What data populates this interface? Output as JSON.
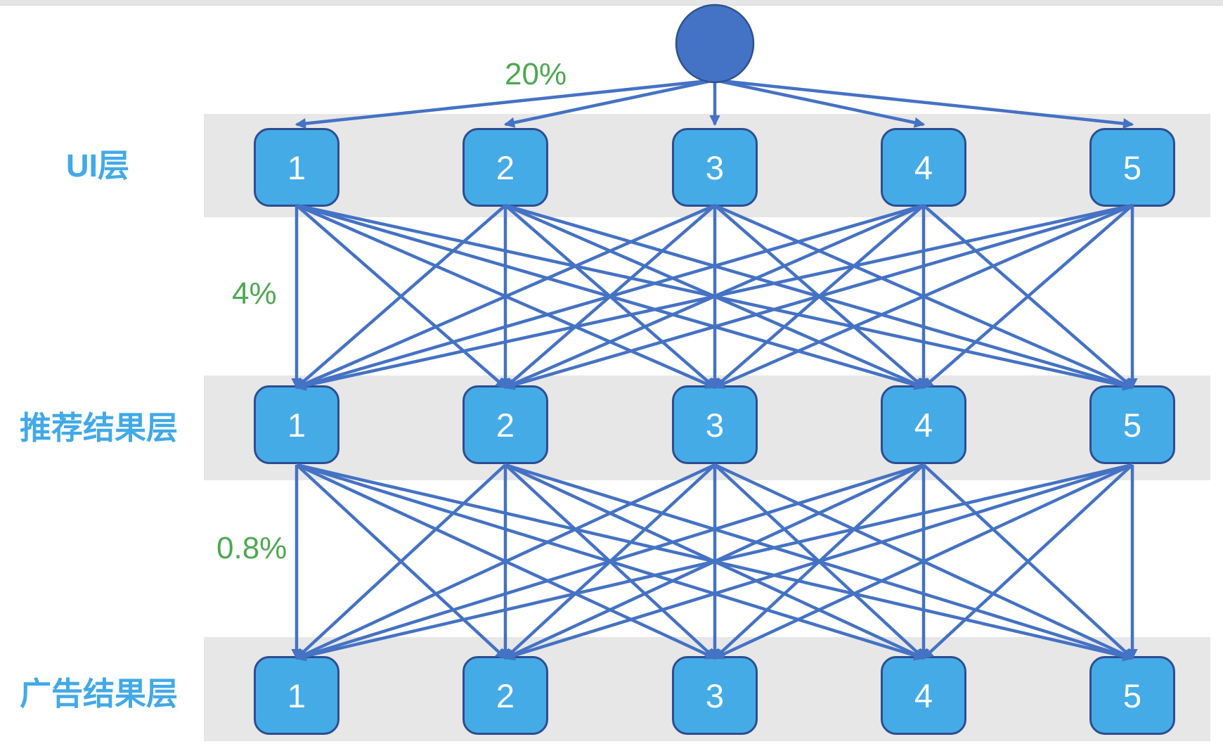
{
  "diagram": {
    "top_node": {
      "shape": "circle"
    },
    "layers": [
      {
        "label": "UI层",
        "nodes": [
          "1",
          "2",
          "3",
          "4",
          "5"
        ]
      },
      {
        "label": "推荐结果层",
        "nodes": [
          "1",
          "2",
          "3",
          "4",
          "5"
        ]
      },
      {
        "label": "广告结果层",
        "nodes": [
          "1",
          "2",
          "3",
          "4",
          "5"
        ]
      }
    ],
    "conversion_rates": [
      {
        "label": "20%"
      },
      {
        "label": "4%"
      },
      {
        "label": "0.8%"
      }
    ],
    "colors": {
      "edge_blue": "#4472c4",
      "circle_fill": "#4472c4",
      "circle_border": "#2f528f",
      "node_fill": "#45abe7",
      "node_border": "#2e4d91",
      "layer_label_blue": "#41a9e8",
      "rate_green": "#4da852",
      "band_gray": "#e7e7e7"
    }
  }
}
